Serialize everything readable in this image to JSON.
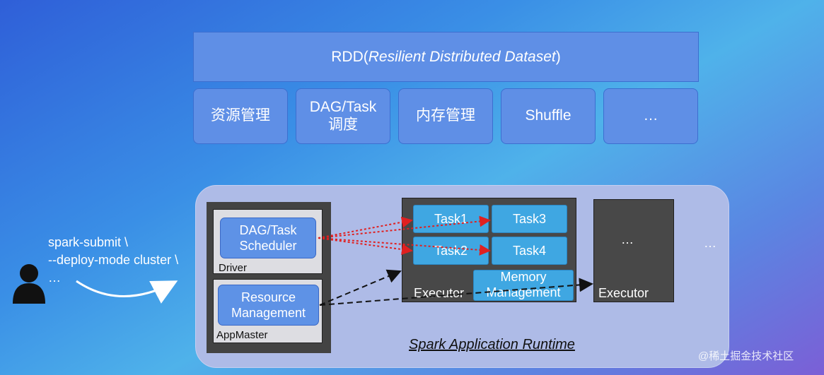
{
  "rdd": {
    "prefix": "RDD(",
    "italic": "Resilient Distributed Dataset",
    "suffix": ")"
  },
  "modules": [
    {
      "label": "资源管理"
    },
    {
      "label": "DAG/Task\n调度"
    },
    {
      "label": "内存管理"
    },
    {
      "label": "Shuffle"
    },
    {
      "label": "…"
    }
  ],
  "submit": {
    "lines": [
      "spark-submit \\",
      "--deploy-mode cluster \\",
      "…"
    ]
  },
  "driver": {
    "scheduler_label": "DAG/Task\nScheduler",
    "label": "Driver"
  },
  "appmaster": {
    "resource_label": "Resource\nManagement",
    "label": "AppMaster"
  },
  "executor1": {
    "tasks": [
      "Task1",
      "Task3",
      "Task2",
      "Task4"
    ],
    "memory_label": "Memory\nManagement",
    "label": "Executor"
  },
  "executor2": {
    "ellipsis": "…",
    "label": "Executor"
  },
  "outside_ellipsis": "…",
  "runtime_caption": "Spark Application Runtime",
  "watermark": "@稀土掘金技术社区",
  "colors": {
    "module_blue": "#5f8fe6",
    "task_blue": "#3fa7e2",
    "runtime_bg": "#aebbe7",
    "executor_dark": "#484848",
    "arrow_red": "#e02020"
  }
}
